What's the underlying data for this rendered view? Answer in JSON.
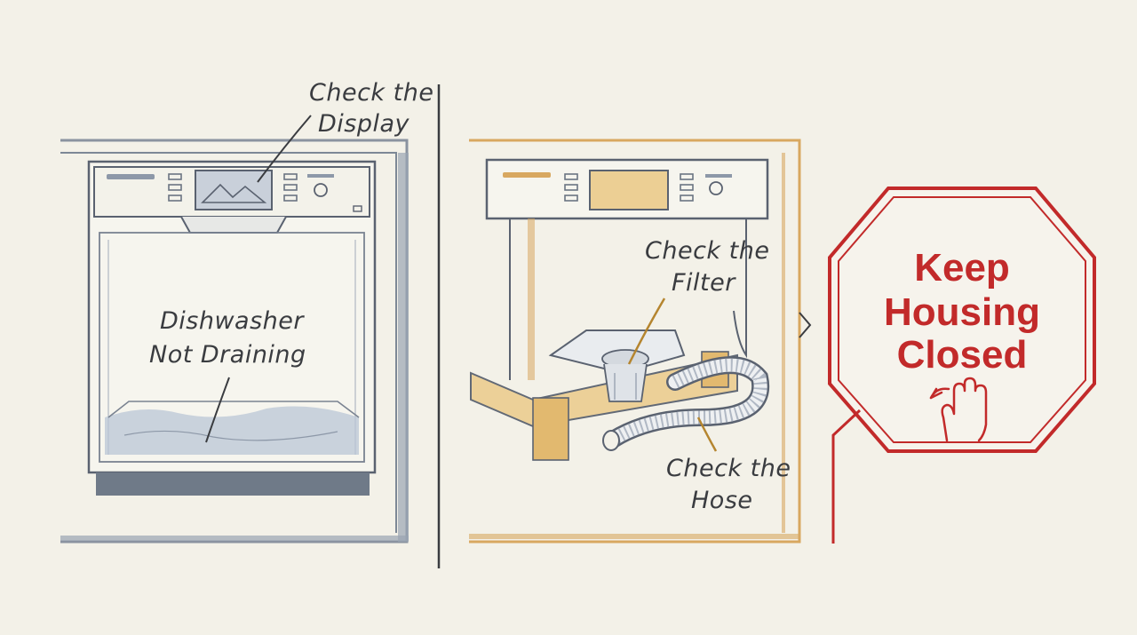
{
  "labels": {
    "display": [
      "Check the",
      "Display"
    ],
    "problem": [
      "Dishwasher",
      "Not Draining"
    ],
    "filter": [
      "Check the",
      "Filter"
    ],
    "hose": [
      "Check the",
      "Hose"
    ]
  },
  "sign": {
    "lines": [
      "Keep",
      "Housing",
      "Closed"
    ],
    "icon": "hand-stop-icon",
    "color": "#c22a2a"
  },
  "colors": {
    "left_panel": "#7a8391",
    "right_panel": "#d8a860",
    "background": "#f3f1e8"
  }
}
